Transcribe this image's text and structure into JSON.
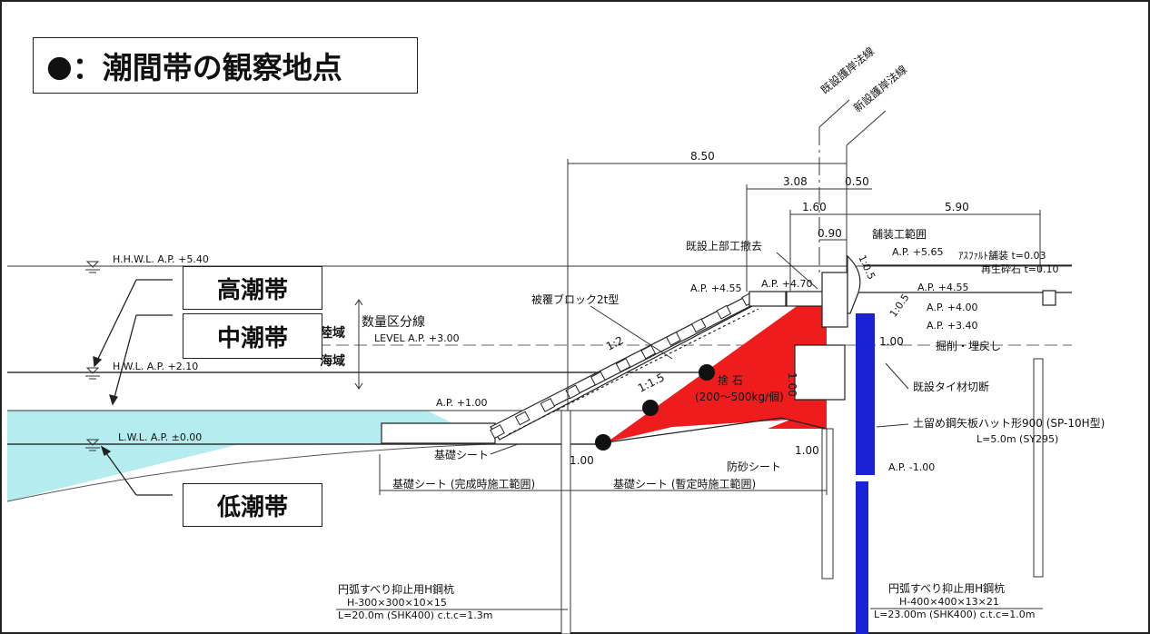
{
  "legend": {
    "marker_symbol": "●",
    "label": "：潮間帯の観察地点"
  },
  "zones": {
    "high": "高潮帯",
    "mid": "中潮帯",
    "low": "低潮帯"
  },
  "water_levels": {
    "hwl": "H.H.W.L.  A.P. +5.40",
    "hhwl": "H.W.L.  A.P. +2.10",
    "lwl": "L.W.L.  A.P. ±0.00",
    "ap100": "A.P. +1.00"
  },
  "division": {
    "title": "数量区分線",
    "level": "LEVEL  A.P. +3.00",
    "land": "陸域",
    "sea": "海域"
  },
  "revetment_lines": {
    "existing": "既設護岸法線",
    "new": "新設護岸法線"
  },
  "dimensions": {
    "total": "8.50",
    "d308": "3.08",
    "d050": "0.50",
    "d160": "1.60",
    "d090": "0.90",
    "d590": "5.90",
    "d100_vert": "1.00",
    "d100_a": "1.00",
    "d100_b": "1.00",
    "d100_c": "1.00"
  },
  "structure": {
    "existing_crown_removal": "既設上部工撤去",
    "paving_range": "舗装工範囲",
    "ap565": "A.P. +5.65",
    "asphalt": "ｱｽﾌｧﾙﾄ舗装   t=0.03",
    "gravel": "再生砕石        t=0.10",
    "ap455_right": "A.P. +4.55",
    "ap400": "A.P. +4.00",
    "ap340": "A.P. +3.40",
    "excavation": "掘削・埋戻し",
    "ap455_left": "A.P. +4.55",
    "ap470": "A.P. +4.70",
    "cover_block": "被覆ブロック2t型",
    "slope_12": "1:2",
    "slope_115": "1:1.5",
    "slope_105a": "1:0.5",
    "slope_105b": "1:0.5",
    "riprap": "捨 石",
    "riprap_weight": "(200～500kg/個)",
    "foundation_sheet": "基礎シート",
    "sand_sheet": "防砂シート",
    "tie_cut": "既設タイ材切断",
    "sheet_pile": "土留め鋼矢板ハット形900 (SP-10H型)",
    "sheet_pile_len": "L=5.0m (SY295)",
    "ap_minus100": "A.P. -1.00",
    "sheet_complete": "基礎シート (完成時施工範囲)",
    "sheet_temp": "基礎シート (暫定時施工範囲)"
  },
  "piles": {
    "left_title": "円弧すべり抑止用H鋼杭",
    "left_spec": "H-300×300×10×15",
    "left_len": "L=20.0m (SHK400) c.t.c=1.3m",
    "right_title": "円弧すべり抑止用H鋼杭",
    "right_spec": "H-400×400×13×21",
    "right_len": "L=23.00m (SHK400) c.t.c=1.0m"
  },
  "colors": {
    "water": "#b4ecef",
    "riprap": "#ee1c1c",
    "sheet_pile": "#1a22d6",
    "line": "#222222"
  },
  "observation_points": 4
}
